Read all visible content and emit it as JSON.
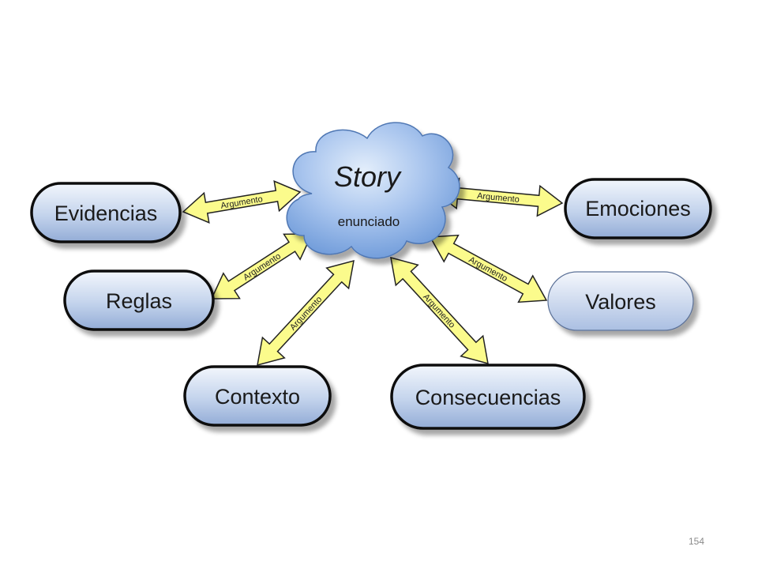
{
  "center": {
    "title": "Story",
    "subtitle": "enunciado"
  },
  "arrow_label": "Argumento",
  "nodes": [
    {
      "id": "evidencias",
      "label": "Evidencias"
    },
    {
      "id": "reglas",
      "label": "Reglas"
    },
    {
      "id": "contexto",
      "label": "Contexto"
    },
    {
      "id": "consecuencias",
      "label": "Consecuencias"
    },
    {
      "id": "valores",
      "label": "Valores"
    },
    {
      "id": "emociones",
      "label": "Emociones"
    }
  ],
  "page_number": "154",
  "colors": {
    "node_fill_top": "#eef3fb",
    "node_fill_bottom": "#9fb6dc",
    "node_stroke": "#111111",
    "cloud_light": "#cfe0f6",
    "cloud_dark": "#6f9ad8",
    "arrow_fill": "#fbfb8c",
    "arrow_stroke": "#222222"
  }
}
